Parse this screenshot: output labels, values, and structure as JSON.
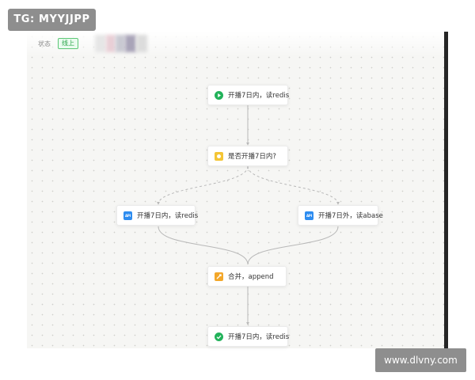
{
  "watermarks": {
    "top": "TG: MYYJJPP",
    "bottom": "www.dlvny.com"
  },
  "status": {
    "label": "状态",
    "badge": "线上"
  },
  "colors": {
    "start": "#22b25a",
    "condition": "#f4c535",
    "api": "#2d8cf0",
    "merge": "#f3a72a",
    "end": "#22b25a",
    "badge_text": "#2aa54a",
    "edge": "#b8b8b8"
  },
  "flow": {
    "nodes": [
      {
        "id": "start",
        "icon": "play-icon",
        "label": "开播7日内，读redis"
      },
      {
        "id": "condition",
        "icon": "condition-icon",
        "label": "是否开播7日内?"
      },
      {
        "id": "branch-left",
        "icon": "api-icon",
        "icon_text": "API",
        "label": "开播7日内，读redis"
      },
      {
        "id": "branch-right",
        "icon": "api-icon",
        "icon_text": "API",
        "label": "开播7日外，读abase"
      },
      {
        "id": "merge",
        "icon": "merge-icon",
        "label": "合并，append"
      },
      {
        "id": "end",
        "icon": "check-icon",
        "label": "开播7日内，读redis"
      }
    ],
    "edges": [
      {
        "from": "start",
        "to": "condition",
        "style": "solid"
      },
      {
        "from": "condition",
        "to": "branch-left",
        "style": "dashed"
      },
      {
        "from": "condition",
        "to": "branch-right",
        "style": "dashed"
      },
      {
        "from": "branch-left",
        "to": "merge",
        "style": "solid"
      },
      {
        "from": "branch-right",
        "to": "merge",
        "style": "solid"
      },
      {
        "from": "merge",
        "to": "end",
        "style": "solid"
      }
    ]
  }
}
